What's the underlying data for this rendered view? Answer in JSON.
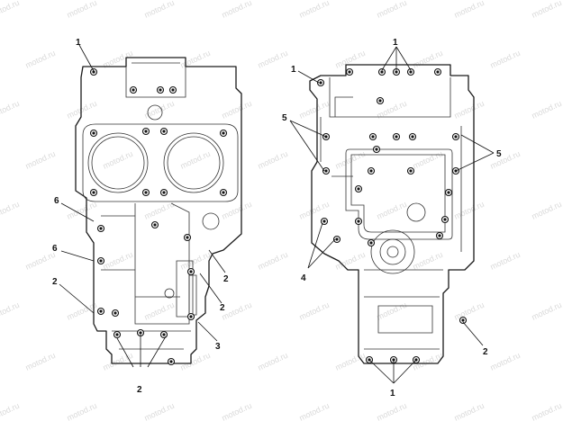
{
  "watermark": "motod.ru",
  "left_view": {
    "callouts": [
      {
        "id": "L1",
        "label": "1"
      },
      {
        "id": "L6a",
        "label": "6"
      },
      {
        "id": "L6b",
        "label": "6"
      },
      {
        "id": "L2a",
        "label": "2"
      },
      {
        "id": "L2b",
        "label": "2"
      },
      {
        "id": "L2c",
        "label": "2"
      },
      {
        "id": "L3",
        "label": "3"
      },
      {
        "id": "L2d",
        "label": "2"
      }
    ]
  },
  "right_view": {
    "callouts": [
      {
        "id": "R1a",
        "label": "1"
      },
      {
        "id": "R1b",
        "label": "1"
      },
      {
        "id": "R5a",
        "label": "5"
      },
      {
        "id": "R5b",
        "label": "5"
      },
      {
        "id": "R4",
        "label": "4"
      },
      {
        "id": "R2",
        "label": "2"
      },
      {
        "id": "R1c",
        "label": "1"
      }
    ]
  }
}
